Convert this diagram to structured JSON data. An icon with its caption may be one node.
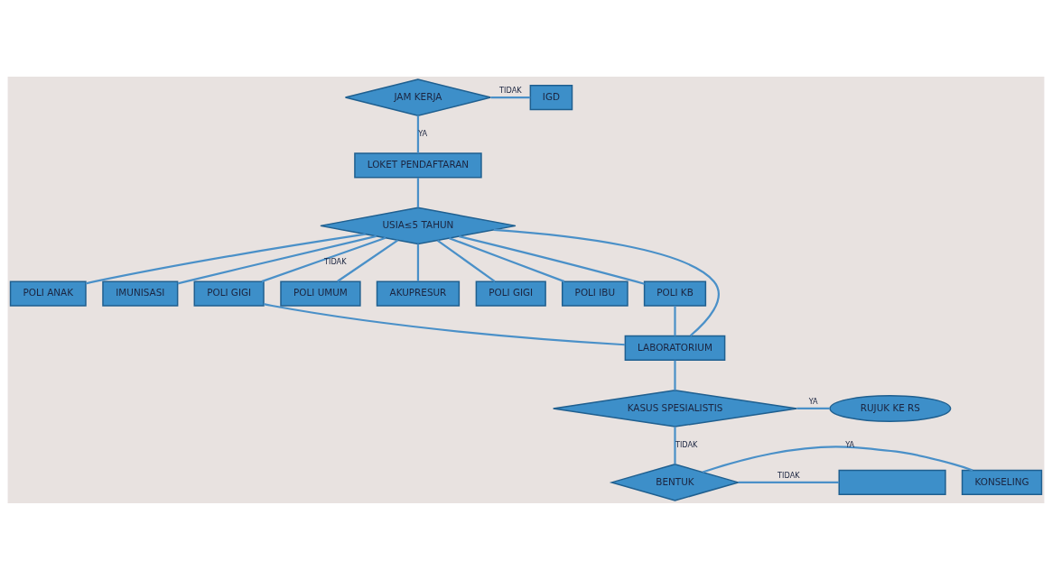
{
  "diagram": {
    "nodes": [
      {
        "text": [
          "JAM KERJA"
        ]
      },
      {
        "text": [
          "IGD"
        ]
      },
      {
        "text": [
          "LOKET PENDAFTARAN"
        ]
      },
      {
        "text": [
          "POLI ANAK"
        ]
      },
      {
        "text": [
          "IMUNISASI"
        ]
      },
      {
        "text": [
          "POLI GIGI"
        ]
      },
      {
        "text": [
          "USIA≤5 TAHUN"
        ]
      },
      {
        "text": [
          "POLI UMUM"
        ]
      },
      {
        "text": [
          "AKUPRESUR"
        ]
      },
      {
        "text": [
          "POLI GIGI"
        ]
      },
      {
        "text": [
          "POLI IBU"
        ]
      },
      {
        "text": [
          "POLI KB"
        ]
      },
      {
        "text": [
          "LABORATORIUM"
        ]
      },
      {
        "text": [
          "KASUS SPESIALISTIS"
        ]
      },
      {
        "text": [
          "RUJUK KE RS"
        ]
      },
      {
        "text": [
          "KONSELING"
        ]
      },
      {
        "text": [
          "BENTUK"
        ]
      },
      {
        "text": [],
        "shape": "box"
      }
    ],
    "edges": [
      {
        "from": 0,
        "to": 1,
        "arrow": "none",
        "label": "TIDAK"
      },
      {
        "from": 0,
        "to": 2,
        "arrow": "none",
        "label": "YA"
      },
      {
        "from": 2,
        "to": 6,
        "arrow": "none"
      },
      {
        "from": 6,
        "to": 3,
        "arrow": "none"
      },
      {
        "from": 6,
        "to": 4,
        "arrow": "none"
      },
      {
        "from": 6,
        "to": 5,
        "arrow": "none",
        "label": "TIDAK"
      },
      {
        "from": 6,
        "to": 7,
        "arrow": "none"
      },
      {
        "from": 6,
        "to": 8,
        "arrow": "none"
      },
      {
        "from": 6,
        "to": 9,
        "arrow": "none"
      },
      {
        "from": 6,
        "to": 10,
        "arrow": "none"
      },
      {
        "from": 6,
        "to": 11,
        "arrow": "none"
      },
      {
        "from": 5,
        "to": 12,
        "arrow": "none"
      },
      {
        "from": 6,
        "to": 12,
        "arrow": "none"
      },
      {
        "from": 11,
        "to": 12,
        "arrow": "none"
      },
      {
        "from": 12,
        "to": 13,
        "arrow": "none"
      },
      {
        "from": 13,
        "to": 14,
        "arrow": "none",
        "label": "YA"
      },
      {
        "from": 13,
        "to": 16,
        "arrow": "none",
        "label": "TIDAK"
      },
      {
        "from": 16,
        "to": 15,
        "arrow": "none",
        "label": "YA"
      },
      {
        "from": 16,
        "to": 17,
        "arrow": "none",
        "label": "TIDAK"
      }
    ]
  }
}
